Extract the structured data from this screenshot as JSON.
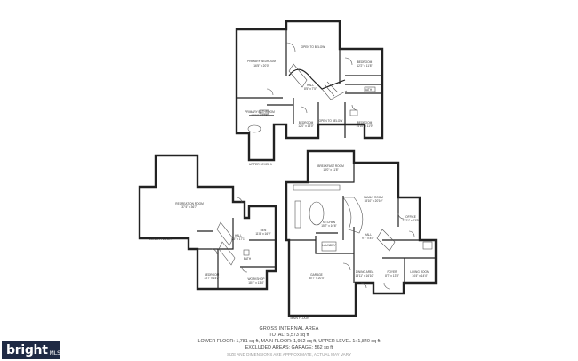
{
  "floors": {
    "upper": {
      "label": "UPPER LEVEL 1",
      "rooms": {
        "primary_bedroom": "PRIMARY BEDROOM",
        "primary_bedroom_dims": "16'5\" x 20'0\"",
        "open_to_below": "OPEN TO BELOW",
        "hall": "HALL",
        "hall_dims": "8'5\" x 7'5\"",
        "bedroom_ne": "BEDROOM",
        "bedroom_ne_dims": "12'2\" x 11'8\"",
        "bathroom": "BATH",
        "primary_bathroom": "PRIMARY BATHROOM",
        "primary_bathroom_dims": "14'10\" x 13'6\"",
        "bedroom_mid": "BEDROOM",
        "bedroom_mid_dims": "12'0\" x 13'0\"",
        "open_to_below_2": "OPEN TO BELOW",
        "bedroom_se": "BEDROOM",
        "bedroom_se_dims": "14'10\" x 11'9\""
      }
    },
    "lower": {
      "label": "LOWER FLOOR",
      "rooms": {
        "recreation_room": "RECREATION ROOM",
        "recreation_room_dims": "37'4\" x 36'7\"",
        "den": "DEN",
        "den_dims": "11'8\" x 16'9\"",
        "hall": "HALL",
        "hall_dims": "8'5\" x 17'1\"",
        "bedroom": "BEDROOM",
        "bedroom_dims": "13'7\" x 15'2\"",
        "bath": "BATH",
        "workshop": "WORKSHOP",
        "workshop_dims": "18'4\" x 13'4\""
      }
    },
    "main": {
      "label": "MAIN FLOOR",
      "rooms": {
        "breakfast_room": "BREAKFAST ROOM",
        "breakfast_room_dims": "18'0\" x 11'8\"",
        "family_room": "FAMILY ROOM",
        "family_room_dims": "18'10\" x 20'10\"",
        "kitchen": "KITCHEN",
        "kitchen_dims": "15'7\" x 16'6\"",
        "office": "OFFICE",
        "office_dims": "13'11\" x 13'9\"",
        "hall": "HALL",
        "hall_dims": "9'7\" x 8'0\"",
        "laundry": "LAUNDRY",
        "garage": "GARAGE",
        "garage_dims": "30'7\" x 20'4\"",
        "dining_area": "DINING AREA",
        "dining_area_dims": "13'11\" x 16'10\"",
        "foyer": "FOYER",
        "foyer_dims": "8'7\" x 13'3\"",
        "living_room": "LIVING ROOM",
        "living_room_dims": "14'4\" x 14'4\""
      }
    }
  },
  "summary": {
    "title": "GROSS INTERNAL AREA",
    "total": "TOTAL: 5,573 sq ft",
    "floors": "LOWER FLOOR: 1,781 sq ft, MAIN FLOOR: 1,952 sq ft, UPPER LEVEL 1: 1,840 sq ft",
    "excluded": "EXCLUDED AREAS: GARAGE: 562 sq ft",
    "disclaimer": "SIZE AND DIMENSIONS ARE APPROXIMATE, ACTUAL MAY VARY"
  },
  "logo": {
    "text": "bright",
    "sub": "MLS"
  }
}
